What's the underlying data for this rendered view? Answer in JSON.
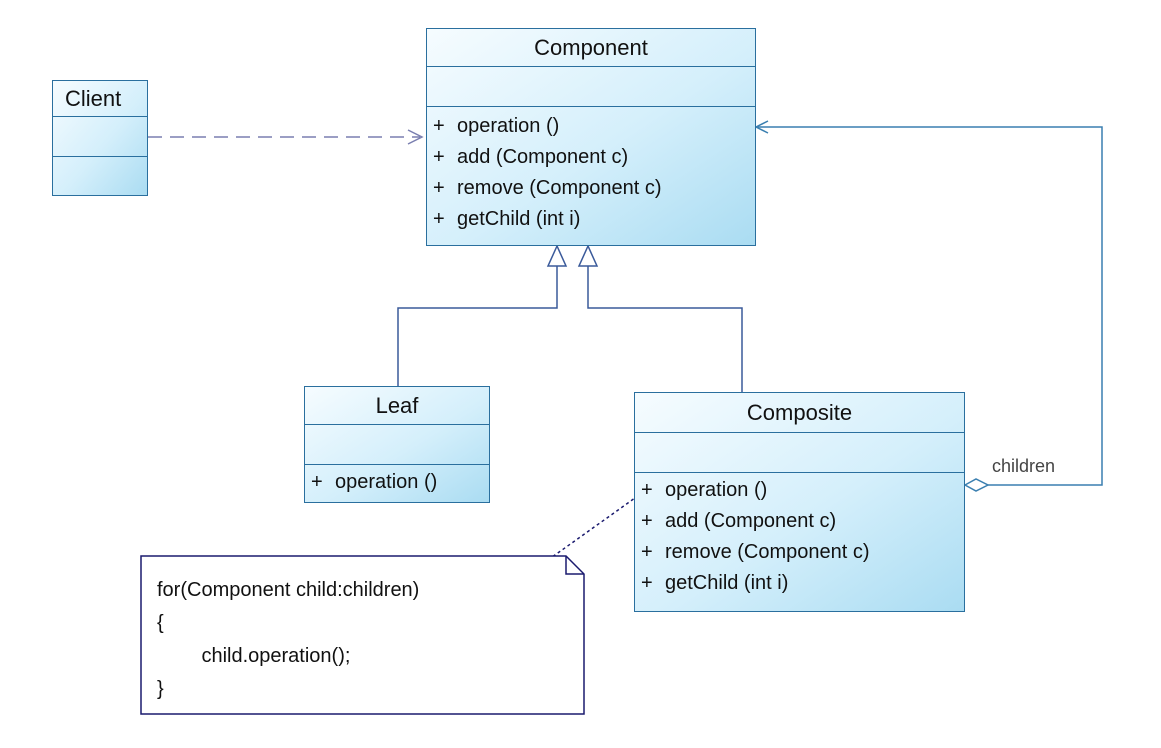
{
  "diagram": {
    "classes": {
      "component": {
        "name": "Component",
        "operations": [
          {
            "vis": "+",
            "text": "operation ()"
          },
          {
            "vis": "+",
            "text": "add (Component c)"
          },
          {
            "vis": "+",
            "text": "remove (Component c)"
          },
          {
            "vis": "+",
            "text": "getChild (int i)"
          }
        ]
      },
      "client": {
        "name": "Client",
        "operations": []
      },
      "leaf": {
        "name": "Leaf",
        "operations": [
          {
            "vis": "+",
            "text": "operation ()"
          }
        ]
      },
      "composite": {
        "name": "Composite",
        "operations": [
          {
            "vis": "+",
            "text": "operation ()"
          },
          {
            "vis": "+",
            "text": "add (Component c)"
          },
          {
            "vis": "+",
            "text": "remove (Component c)"
          },
          {
            "vis": "+",
            "text": "getChild (int i)"
          }
        ]
      }
    },
    "relationships": {
      "client_component": "dependency",
      "leaf_component": "generalization",
      "composite_component": "generalization",
      "composite_children": "aggregation",
      "children_role": "children"
    },
    "note": {
      "lines": [
        "for(Component child:children)",
        "{",
        "        child.operation();",
        "}"
      ]
    },
    "colors": {
      "class_border": "#2a6f9e",
      "class_fill": "#cdeefb",
      "connector": "#3a7fb0",
      "note_border": "#1a1a6e"
    }
  }
}
